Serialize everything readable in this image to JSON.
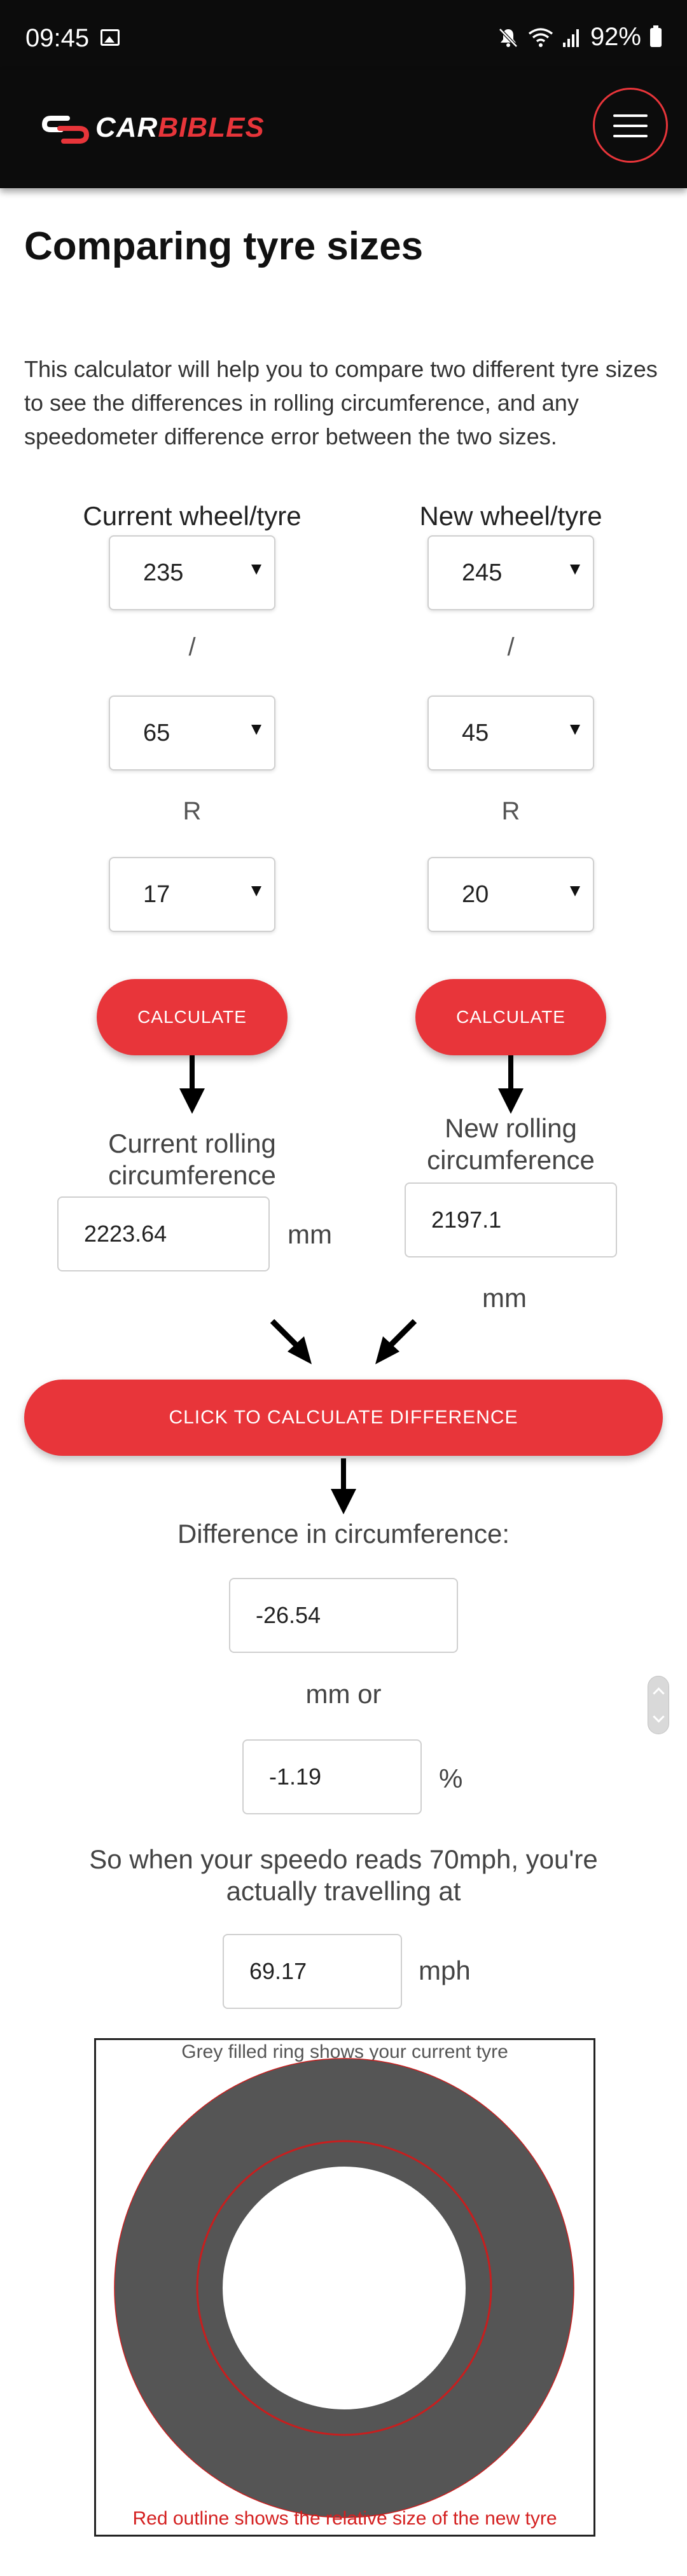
{
  "status_bar": {
    "time": "09:45",
    "battery": "92%",
    "icons": [
      "gallery-icon",
      "mute-icon",
      "wifi-icon",
      "signal-icon",
      "battery-icon"
    ]
  },
  "header": {
    "logo_part1": "CAR",
    "logo_part2": "BIBLES",
    "brand_color": "#e8353a"
  },
  "page": {
    "title": "Comparing tyre sizes",
    "intro": "This calculator will help you to compare two different tyre sizes to see the differences in rolling circumference, and any speedometer difference error between the two sizes."
  },
  "current": {
    "title": "Current wheel/tyre",
    "width": "235",
    "sep1": "/",
    "profile": "65",
    "sep2": "R",
    "rim": "17",
    "button": "CALCULATE",
    "result_label": "Current rolling circumference",
    "result_value": "2223.64",
    "unit": "mm"
  },
  "new": {
    "title": "New wheel/tyre",
    "width": "245",
    "sep1": "/",
    "profile": "45",
    "sep2": "R",
    "rim": "20",
    "button": "CALCULATE",
    "result_label": "New rolling circumference",
    "result_value": "2197.1",
    "unit": "mm"
  },
  "difference": {
    "button": "CLICK TO CALCULATE DIFFERENCE",
    "label": "Difference in circumference:",
    "mm_value": "-26.54",
    "mm_unit": "mm or",
    "percent_value": "-1.19",
    "percent_unit": "%",
    "speedo_label": "So when your speedo reads 70mph, you're actually travelling at",
    "speed_value": "69.17",
    "speed_unit": "mph"
  },
  "diagram": {
    "caption_top": "Grey filled ring shows your current tyre",
    "caption_bottom": "Red outline shows the relative size of the new tyre",
    "ring_color": "#555555",
    "outline_color": "#c81e1e"
  }
}
